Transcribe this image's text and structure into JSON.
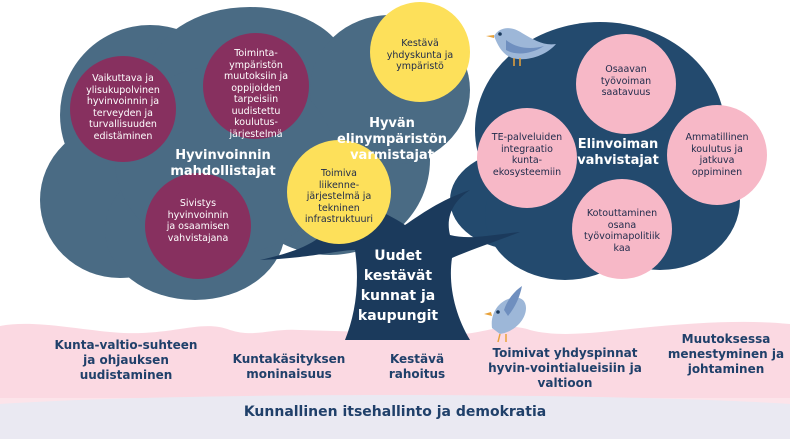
{
  "clusters": {
    "left": {
      "title": "Hyvinvoinnin mahdollistajat",
      "circles": [
        "Vaikuttava ja ylisukupolvinen hyvinvoinnin ja terveyden ja turvallisuuden edistäminen",
        "Toiminta-ympäristön muutoksiin ja oppijoiden tarpeisiin uudistettu koulutus-järjestelmä",
        "Sivistys hyvinvoinnin ja osaamisen vahvistajana"
      ]
    },
    "middle": {
      "title": "Hyvän elinympäristön varmistajat",
      "circles": [
        "Kestävä yhdyskunta ja ympäristö",
        "Toimiva liikenne-järjestelmä ja tekninen infrastruktuuri"
      ]
    },
    "right": {
      "title": "Elinvoiman vahvistajat",
      "circles": [
        "Osaavan työvoiman saatavuus",
        "TE-palveluiden integraatio kunta-ekosysteemiin",
        "Ammatillinen koulutus ja jatkuva oppiminen",
        "Kotouttaminen osana työvoimapolitiik kaa"
      ]
    }
  },
  "trunk_label": "Uudet kestävät kunnat ja kaupungit",
  "ground_items": [
    "Kunta-valtio-suhteen ja ohjauksen uudistaminen",
    "Kuntakäsityksen moninaisuus",
    "Kestävä rahoitus",
    "Toimivat yhdyspinnat hyvin-vointialueisiin ja valtioon",
    "Muutoksessa menestyminen ja johtaminen"
  ],
  "foundation": "Kunnallinen itsehallinto ja demokratia",
  "colors": {
    "crown_left": "#4a6b84",
    "crown_right": "#234a6e",
    "trunk": "#1b3a5c",
    "magenta": "#87305f",
    "yellow": "#fde05a",
    "pink": "#f7b8c7",
    "ground": "#fbd9e2",
    "text_dark": "#20406a"
  }
}
